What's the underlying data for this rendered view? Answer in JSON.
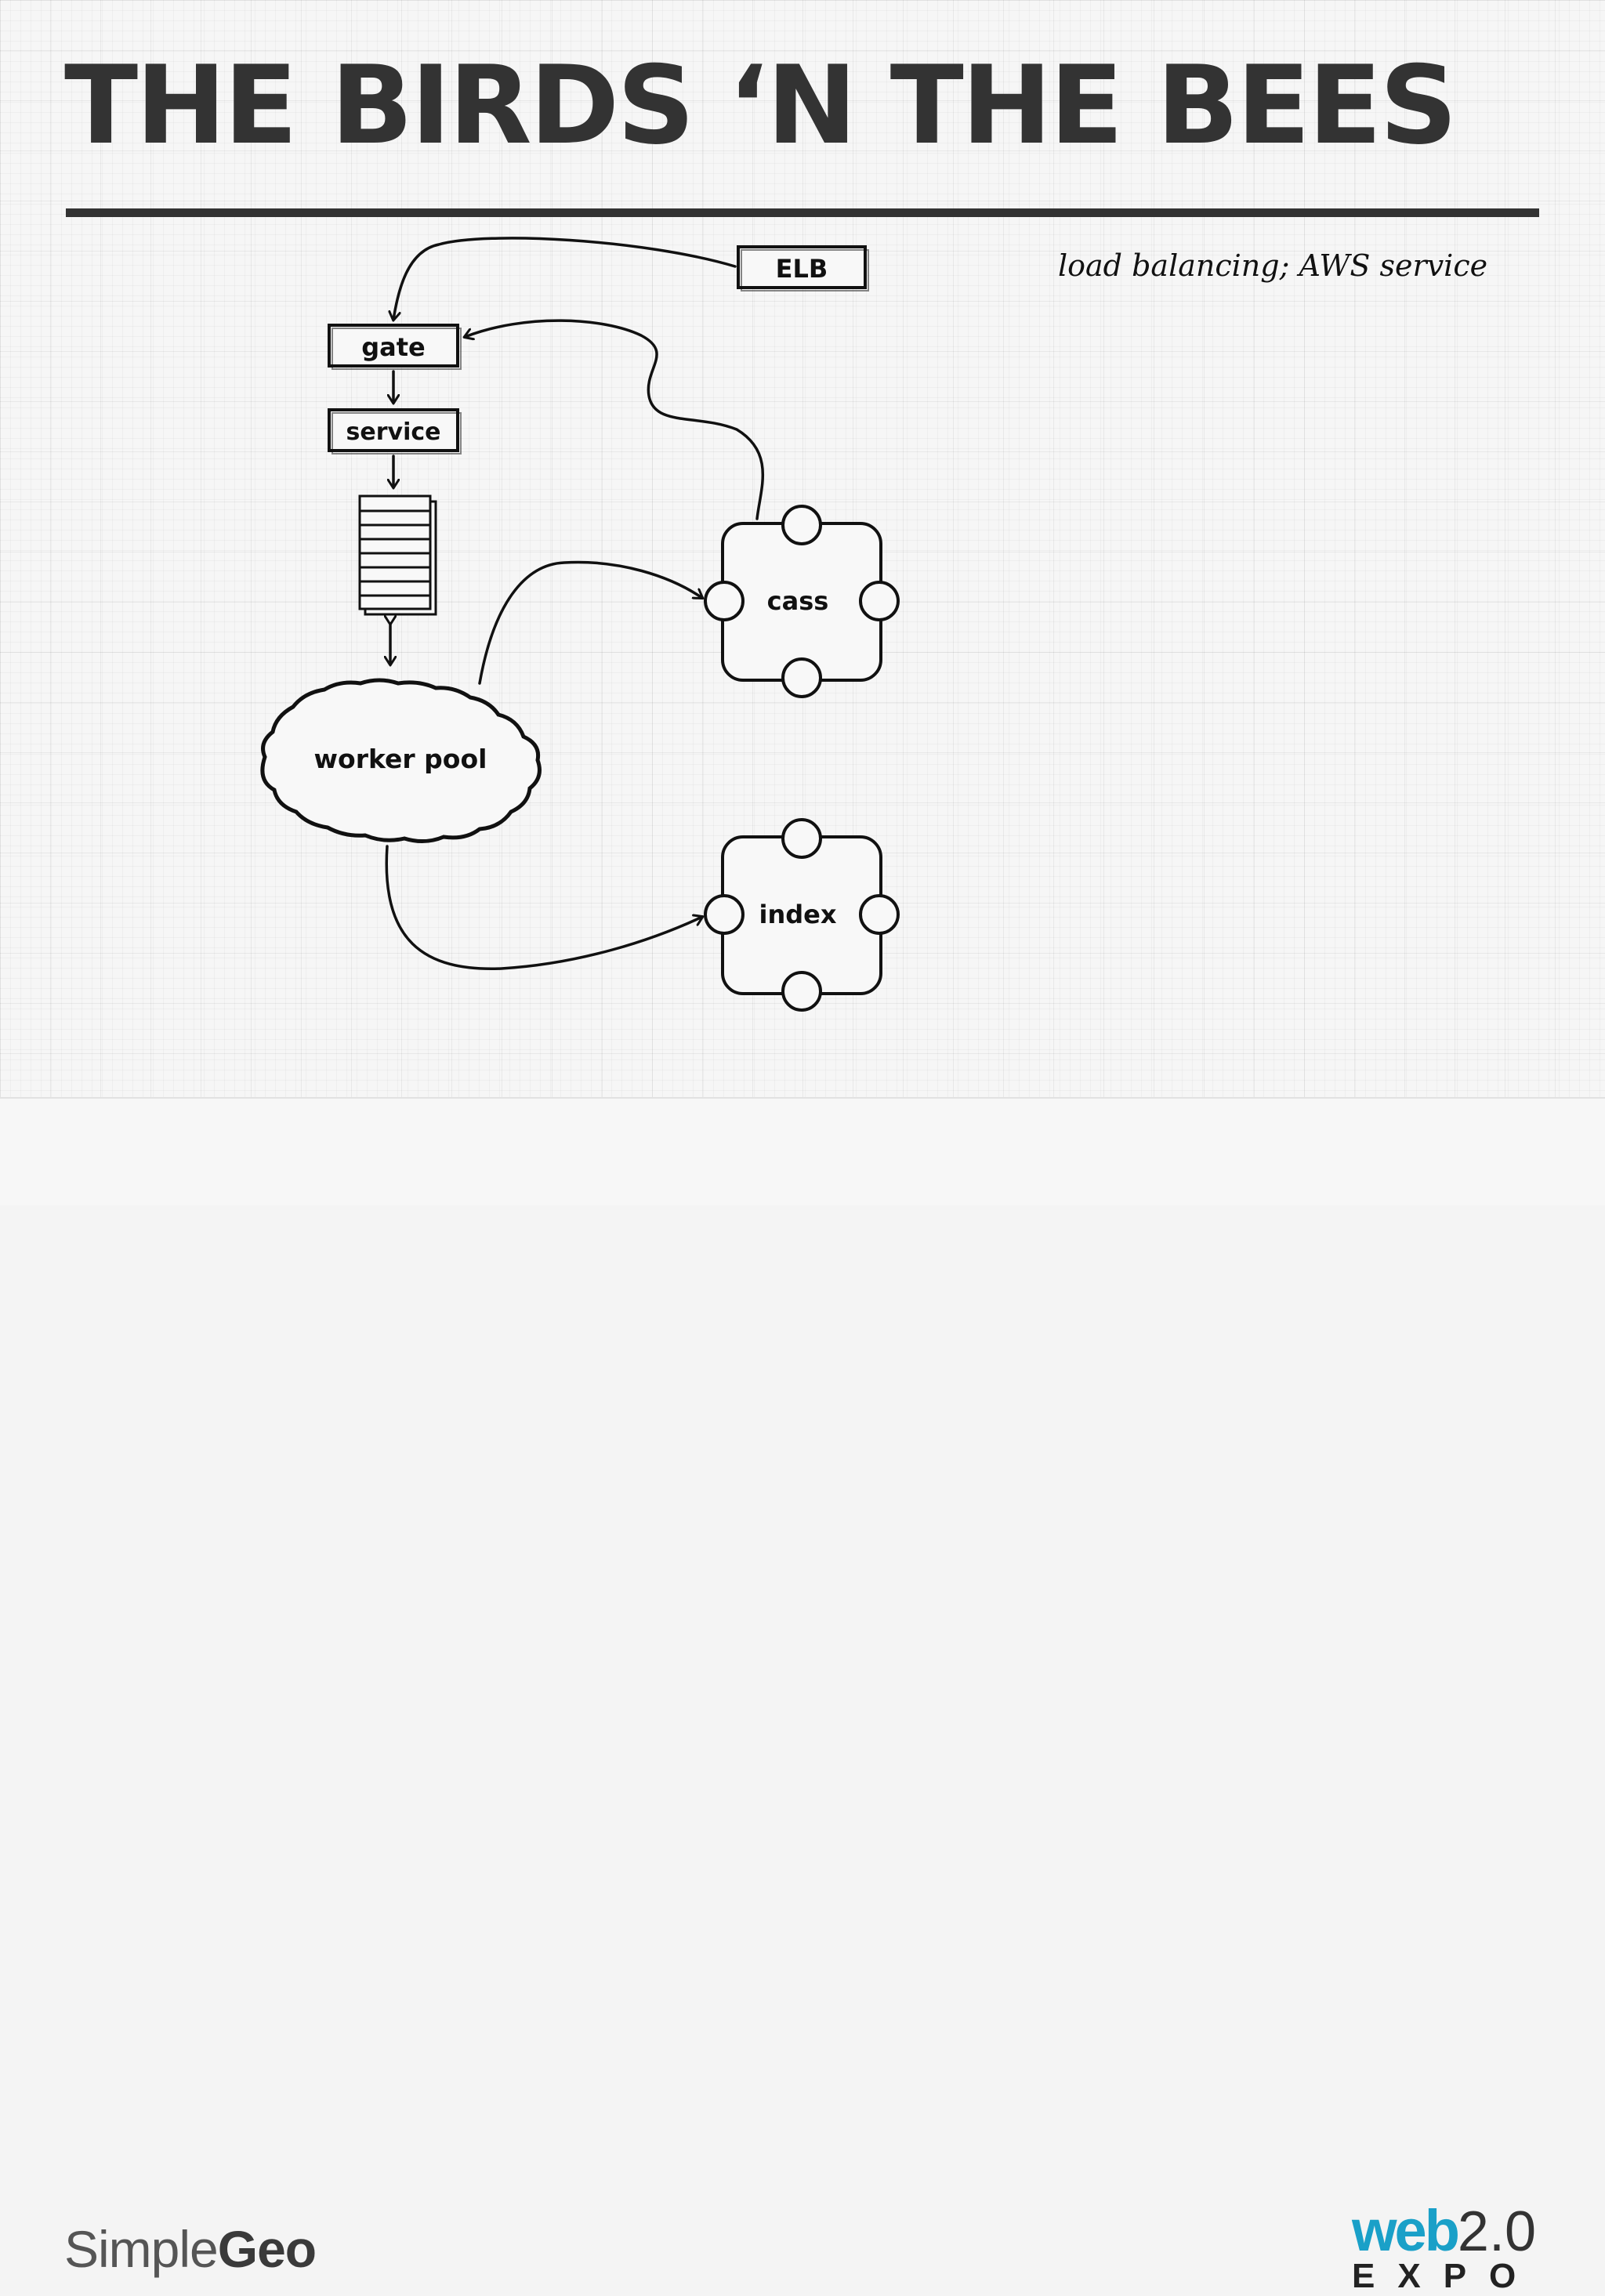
{
  "slide": {
    "title": "THE BIRDS ‘N THE BEES"
  },
  "annotation": {
    "text": "load balancing; AWS service"
  },
  "nodes": {
    "elb": "ELB",
    "gate": "gate",
    "service": "service",
    "worker_pool": "worker pool",
    "cass": "cass",
    "index": "index"
  },
  "footer": {
    "left_logo": {
      "simple": "Simple",
      "geo": "Geo"
    },
    "right_logo": {
      "web": "web",
      "version": "2.0",
      "expo": "EXPO"
    }
  },
  "colors": {
    "title": "#333333",
    "ink": "#111111",
    "web20_brand": "#1aa0c8"
  }
}
